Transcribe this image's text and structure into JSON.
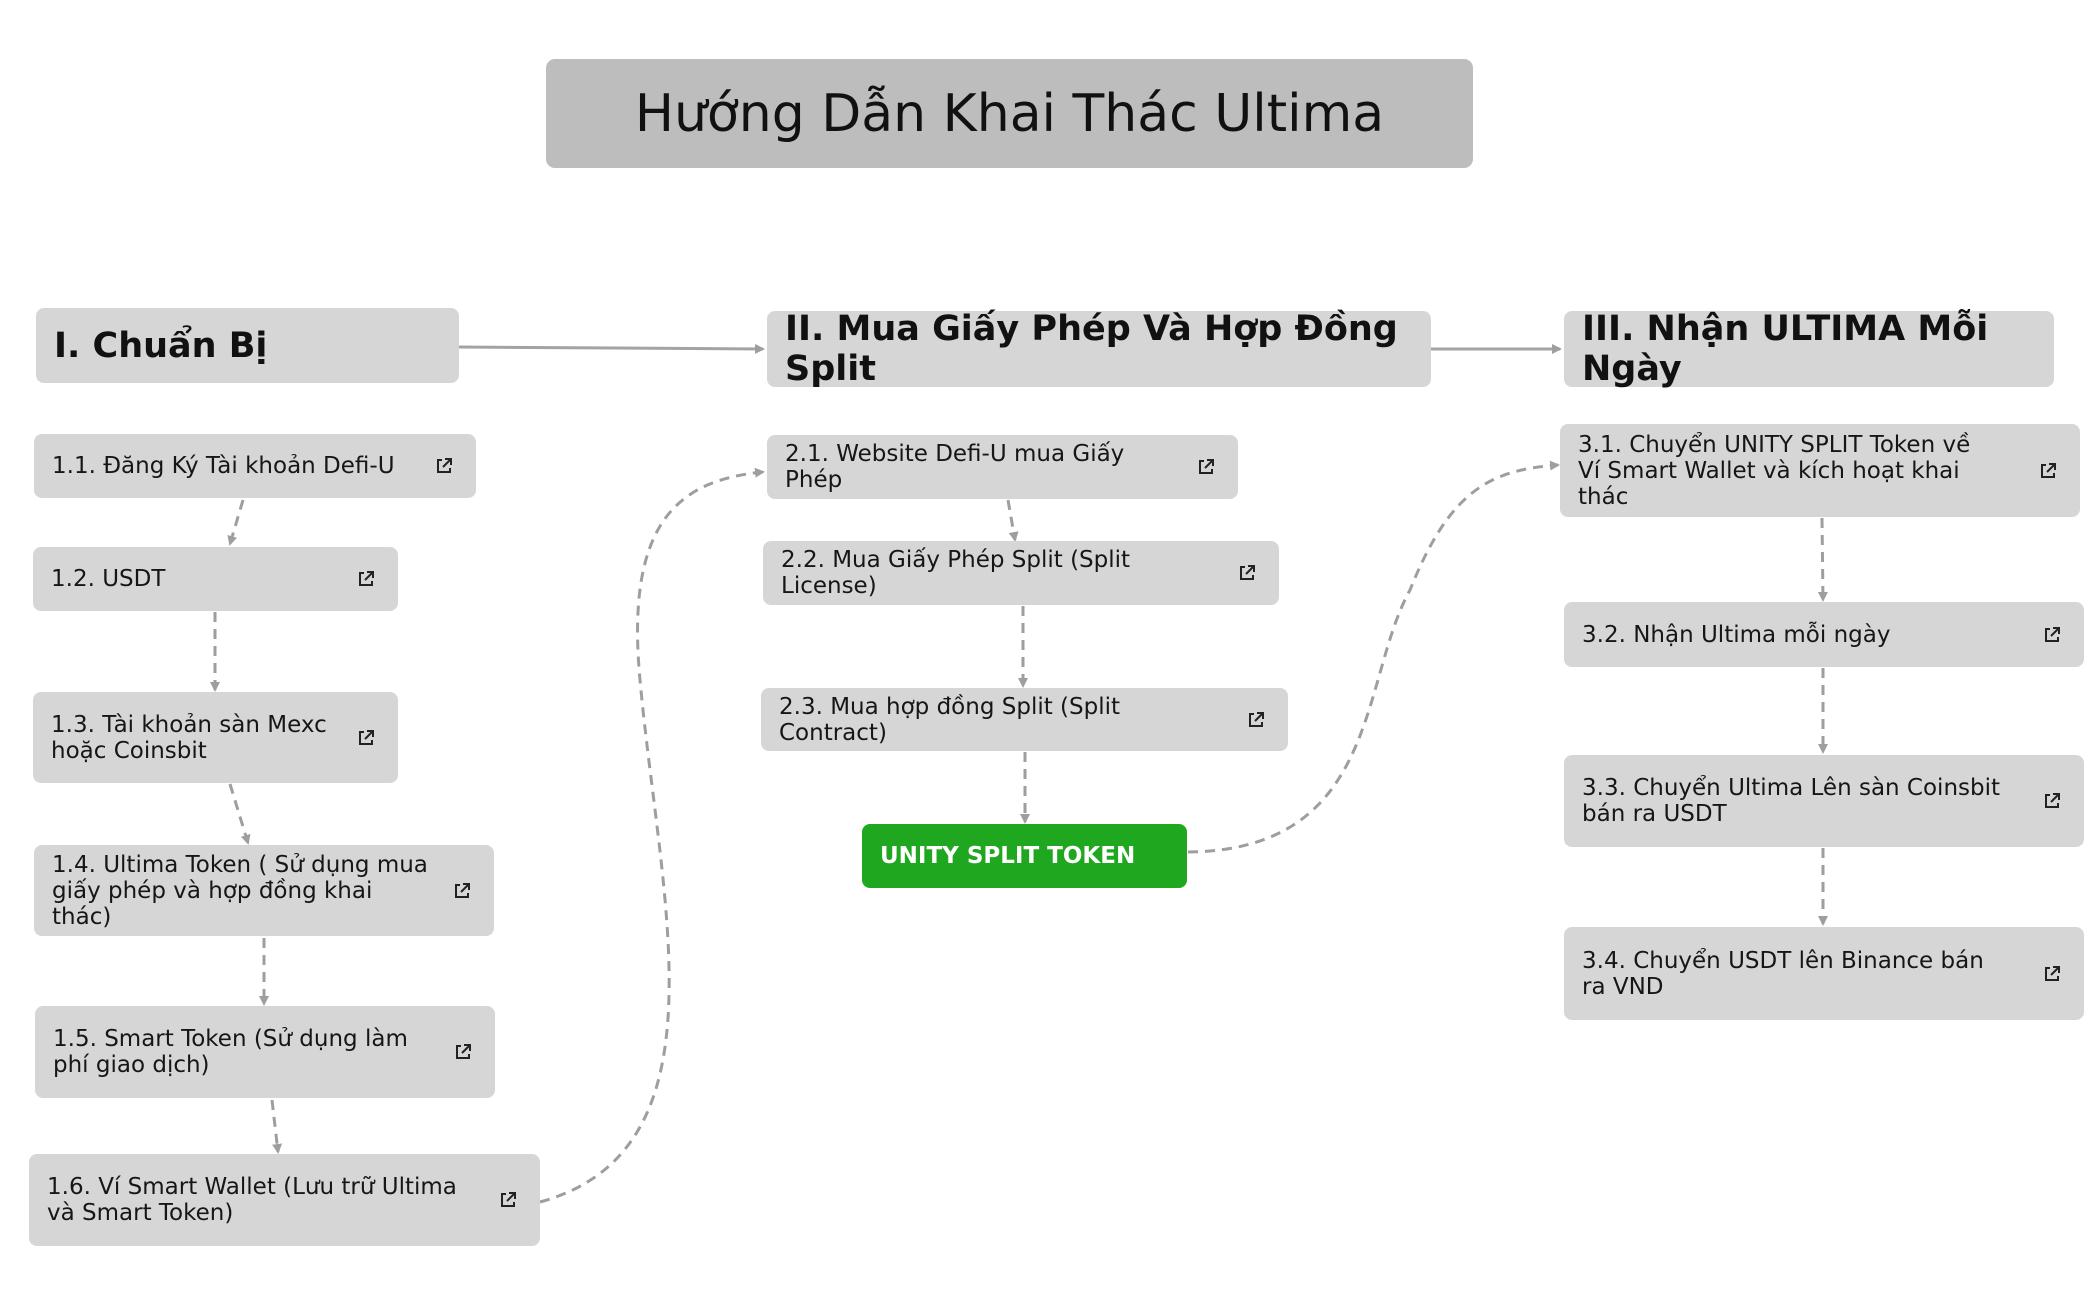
{
  "title": "Hướng Dẫn Khai Thác Ultima",
  "sections": [
    {
      "label": "I. Chuẩn Bị"
    },
    {
      "label": "II. Mua Giấy Phép Và Hợp Đồng Split"
    },
    {
      "label": "III. Nhận ULTIMA Mỗi Ngày"
    }
  ],
  "steps": {
    "s1_1": "1.1. Đăng Ký Tài khoản Defi-U",
    "s1_2": "1.2. USDT",
    "s1_3": "1.3. Tài khoản sàn Mexc hoặc Coinsbit",
    "s1_4": "1.4. Ultima Token ( Sử dụng mua giấy phép và hợp đồng khai thác)",
    "s1_5": "1.5. Smart Token (Sử dụng làm phí giao dịch)",
    "s1_6": "1.6. Ví Smart Wallet (Lưu trữ Ultima và Smart Token)",
    "s2_1": "2.1. Website Defi-U mua Giấy Phép",
    "s2_2": "2.2. Mua Giấy Phép Split (Split License)",
    "s2_3": "2.3. Mua hợp đồng Split (Split Contract)",
    "token": "UNITY SPLIT TOKEN",
    "s3_1": "3.1. Chuyển UNITY SPLIT Token về Ví Smart Wallet và kích hoạt khai thác",
    "s3_2": "3.2. Nhận Ultima mỗi ngày",
    "s3_3": "3.3. Chuyển Ultima Lên sàn Coinsbit bán ra USDT",
    "s3_4": "3.4. Chuyển USDT lên Binance bán ra VND"
  },
  "colors": {
    "node_fill": "#d6d6d6",
    "title_fill": "#bdbdbd",
    "token_fill": "#1fa81f",
    "edge": "#9e9e9e"
  },
  "icons": {
    "step_link": "external-link-icon"
  }
}
